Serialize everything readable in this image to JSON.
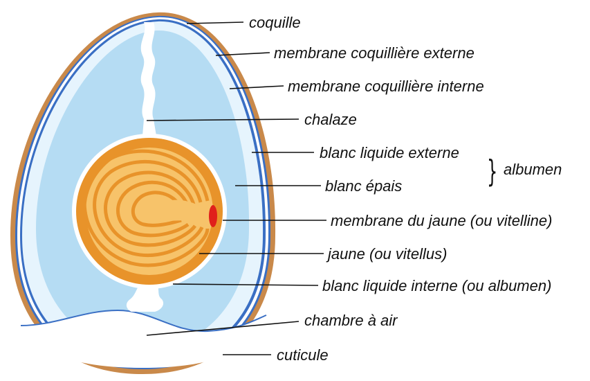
{
  "diagram": {
    "labels": {
      "coquille": "coquille",
      "membrane_externe": "membrane coquillière externe",
      "membrane_interne": "membrane coquillière interne",
      "chalaze": "chalaze",
      "blanc_liquide_externe": "blanc liquide externe",
      "blanc_epais": "blanc épais",
      "membrane_jaune": "membrane du jaune (ou vitelline)",
      "jaune": "jaune (ou vitellus)",
      "blanc_liquide_interne": "blanc liquide interne (ou albumen)",
      "chambre_air": "chambre à air",
      "cuticule": "cuticule"
    },
    "group_label": "albumen",
    "group_brace": "}",
    "colors": {
      "shell": "#c9894a",
      "membrane": "#3a6fc4",
      "albumen_outer": "#e6f4fd",
      "albumen_thick": "#b5dcf3",
      "chalaze": "#ffffff",
      "yolk_outer": "#e8932a",
      "yolk_inner": "#f7c36a",
      "germinal_disc": "#e0201b",
      "air_chamber": "#ffffff"
    }
  }
}
